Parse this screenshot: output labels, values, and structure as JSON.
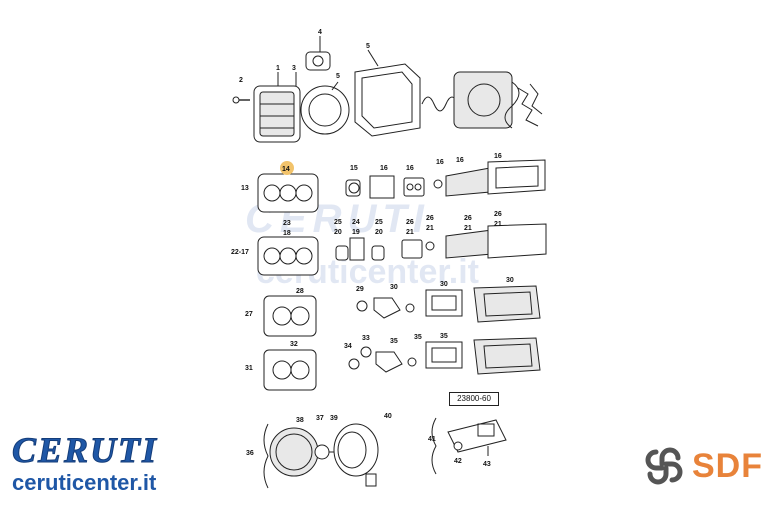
{
  "watermark": {
    "logo": "CERUTI",
    "site": "ceruticenter.it"
  },
  "reference_code": "23800-60",
  "highlighted_part": "14",
  "brand_left": {
    "logo": "CERUTI",
    "site": "ceruticenter.it",
    "color": "#1f57a6"
  },
  "brand_right": {
    "logo": "SDF",
    "color": "#e8833a",
    "icon": "sdf-link-icon"
  },
  "labels": {
    "l1": "1",
    "l2": "2",
    "l3": "3",
    "l4": "4",
    "l5a": "5",
    "l5b": "5",
    "l13": "13",
    "l14": "14",
    "l15": "15",
    "l16a": "16",
    "l16b": "16",
    "l16c": "16",
    "l16d": "16",
    "l16e": "16",
    "l22": "22-17",
    "l23": "23",
    "l18": "18",
    "l25a": "25",
    "l20a": "20",
    "l24": "24",
    "l19": "19",
    "l25b": "25",
    "l20b": "20",
    "l26a": "26",
    "l21a": "21",
    "l26b": "26",
    "l21b": "21",
    "l26c": "26",
    "l21c": "21",
    "l26d": "26",
    "l21d": "21",
    "l27": "27",
    "l28": "28",
    "l29": "29",
    "l30a": "30",
    "l30b": "30",
    "l30c": "30",
    "l31": "31",
    "l32": "32",
    "l33": "33",
    "l34": "34",
    "l35a": "35",
    "l35b": "35",
    "l35c": "35",
    "l36": "36",
    "l37": "37",
    "l38": "38",
    "l39": "39",
    "l40": "40",
    "l41": "41",
    "l42": "42",
    "l43": "43"
  }
}
